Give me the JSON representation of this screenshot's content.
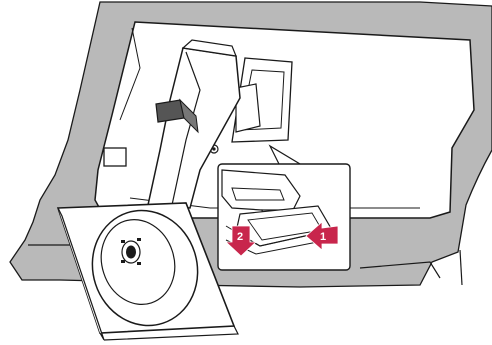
{
  "steps": [
    {
      "label": "1",
      "direction": "left"
    },
    {
      "label": "2",
      "direction": "down"
    }
  ],
  "colors": {
    "cloth": "#b9b9b9",
    "outline": "#1a1a1a",
    "surface": "#ffffff",
    "arrow": "#c8264c"
  },
  "icons": {
    "base_screw": "thumbscrew-icon"
  }
}
